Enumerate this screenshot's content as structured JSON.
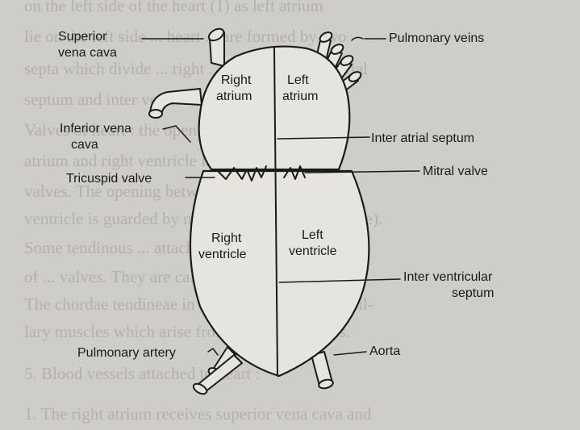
{
  "background_lines": [
    "on the left side of the heart (1) as left atrium",
    "lie on the left side ... heart ... are formed by two",
    "septa which divide ... right ... . They are inter atrial",
    "septum and inter ventricular septum.",
    "Valves of heart : the opening between the right",
    "atrium and right ventricle is guarded by three",
    "valves. The opening between left atrium and left",
    "ventricle is guarded by mitral valve (bicuspid valve).",
    "Some tendinous ... attach the lower borders",
    "of ... valves. They are called chordae tendineae.",
    "The chordae tendineae in turn are attached to papil-",
    "lary muscles which arise from ventricular walls.",
    "5. Blood vessels attached to heart :",
    "1. The right atrium receives superior vena cava and"
  ],
  "labels": {
    "superior_vena_cava_1": "Superior",
    "superior_vena_cava_2": "vena cava",
    "pulmonary_veins": "Pulmonary veins",
    "right_atrium_1": "Right",
    "right_atrium_2": "atrium",
    "left_atrium_1": "Left",
    "left_atrium_2": "atrium",
    "inferior_vena_cava_1": "Inferior vena",
    "inferior_vena_cava_2": "cava",
    "inter_atrial_septum": "Inter atrial septum",
    "tricuspid_valve": "Tricuspid valve",
    "mitral_valve": "Mitral valve",
    "right_ventricle_1": "Right",
    "right_ventricle_2": "ventricle",
    "left_ventricle_1": "Left",
    "left_ventricle_2": "ventricle",
    "inter_ventricular_septum_1": "Inter ventricular",
    "inter_ventricular_septum_2": "septum",
    "pulmonary_artery": "Pulmonary artery",
    "aorta": "Aorta"
  },
  "colors": {
    "paper": "#cfcdc8",
    "ink": "#1a1a1a"
  }
}
